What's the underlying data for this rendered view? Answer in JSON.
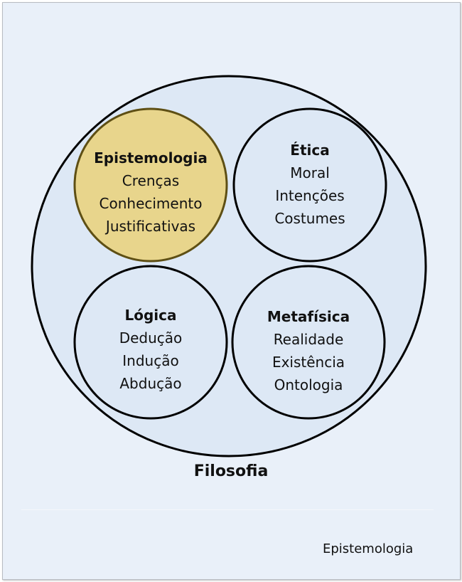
{
  "diagram": {
    "outer_label": "Filosofia",
    "footer_label": "Epistemologia",
    "colors": {
      "background": "#e9f0f9",
      "circle": "#dde8f5",
      "highlight": "#e8d58c",
      "highlight_border": "#6b5a1a"
    },
    "circles": [
      {
        "title": "Epistemologia",
        "items": [
          "Crenças",
          "Conhecimento",
          "Justificativas"
        ],
        "highlighted": true
      },
      {
        "title": "Ética",
        "items": [
          "Moral",
          "Intenções",
          "Costumes"
        ],
        "highlighted": false
      },
      {
        "title": "Lógica",
        "items": [
          "Dedução",
          "Indução",
          "Abdução"
        ],
        "highlighted": false
      },
      {
        "title": "Metafísica",
        "items": [
          "Realidade",
          "Existência",
          "Ontologia"
        ],
        "highlighted": false
      }
    ]
  }
}
